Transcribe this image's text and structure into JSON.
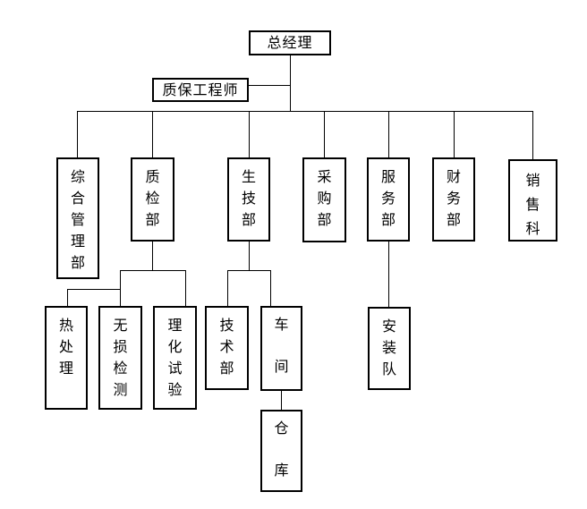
{
  "diagram": {
    "type": "organization-chart",
    "background_color": "#ffffff",
    "line_color": "#000000",
    "box_border_color": "#000000",
    "text_color": "#000000",
    "nodes": {
      "general_manager": {
        "label": "总经理"
      },
      "qa_engineer": {
        "label": "质保工程师"
      },
      "general_admin_dept": {
        "label": "综合管理部"
      },
      "quality_inspection_dept": {
        "label": "质检部"
      },
      "production_tech_dept": {
        "label": "生技部"
      },
      "purchasing_dept": {
        "label": "采购部"
      },
      "service_dept": {
        "label": "服务部"
      },
      "finance_dept": {
        "label": "财务部"
      },
      "sales_section": {
        "label": "销售科"
      },
      "heat_treatment": {
        "label": "热处理"
      },
      "ndt": {
        "label": "无损检测"
      },
      "physicochemical_test": {
        "label": "理化试验"
      },
      "technology_dept": {
        "label": "技术部"
      },
      "workshop": {
        "label": "车间"
      },
      "warehouse": {
        "label": "仓库"
      },
      "installation_team": {
        "label": "安装队"
      }
    },
    "edges": [
      [
        "general_manager",
        "qa_engineer"
      ],
      [
        "general_manager",
        "general_admin_dept"
      ],
      [
        "general_manager",
        "quality_inspection_dept"
      ],
      [
        "general_manager",
        "production_tech_dept"
      ],
      [
        "general_manager",
        "purchasing_dept"
      ],
      [
        "general_manager",
        "service_dept"
      ],
      [
        "general_manager",
        "finance_dept"
      ],
      [
        "general_manager",
        "sales_section"
      ],
      [
        "quality_inspection_dept",
        "heat_treatment"
      ],
      [
        "quality_inspection_dept",
        "ndt"
      ],
      [
        "quality_inspection_dept",
        "physicochemical_test"
      ],
      [
        "production_tech_dept",
        "technology_dept"
      ],
      [
        "production_tech_dept",
        "workshop"
      ],
      [
        "workshop",
        "warehouse"
      ],
      [
        "service_dept",
        "installation_team"
      ]
    ]
  }
}
